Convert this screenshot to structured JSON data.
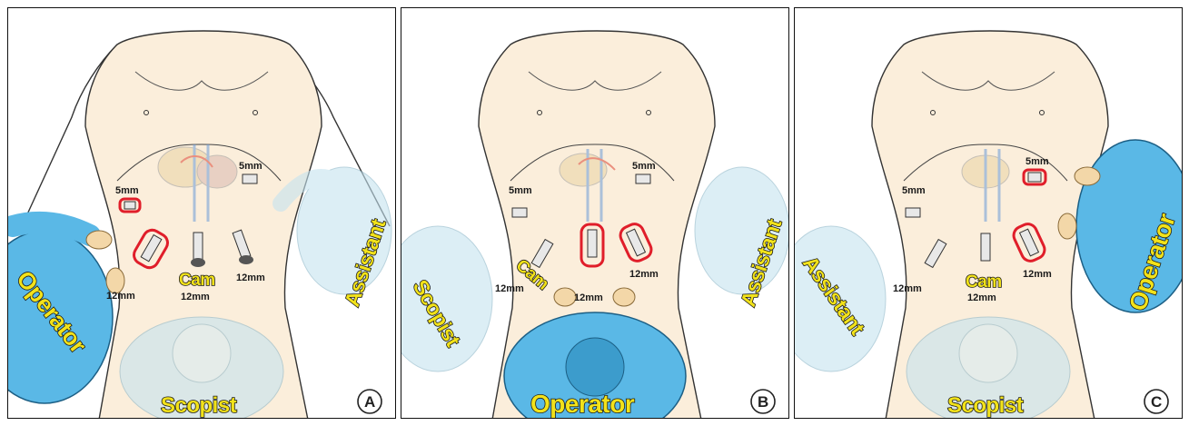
{
  "panels": [
    {
      "letter": "A",
      "labels": {
        "operator": "Operator",
        "scopist": "Scopist",
        "assistant": "Assistant",
        "cam": "Cam",
        "cam_size": "12mm",
        "port_5mm_left": "5mm",
        "port_5mm_right": "5mm",
        "port_12mm_left": "12mm",
        "port_12mm_right": "12mm"
      }
    },
    {
      "letter": "B",
      "labels": {
        "operator": "Operator",
        "scopist": "Scopist",
        "assistant": "Assistant",
        "cam": "Cam",
        "cam_size": "12mm",
        "port_5mm_left": "5mm",
        "port_5mm_right": "5mm",
        "port_12mm_left": "12mm",
        "port_12mm_right": "12mm"
      }
    },
    {
      "letter": "C",
      "labels": {
        "operator": "Operator",
        "scopist": "Scopist",
        "assistant": "Assistant",
        "cam": "Cam",
        "cam_size": "12mm",
        "port_5mm_left": "5mm",
        "port_5mm_right": "5mm",
        "port_12mm_left": "12mm",
        "port_12mm_right": "12mm"
      }
    }
  ],
  "colors": {
    "skin": "#fbeedb",
    "body_outline": "#333333",
    "surgeon_gown": "#5ab8e6",
    "surgeon_gown_faded": "#c5e3f0",
    "glove": "#f3d7a8",
    "highlight_ring": "#e01e2a",
    "label_fill": "#f2e21a"
  }
}
